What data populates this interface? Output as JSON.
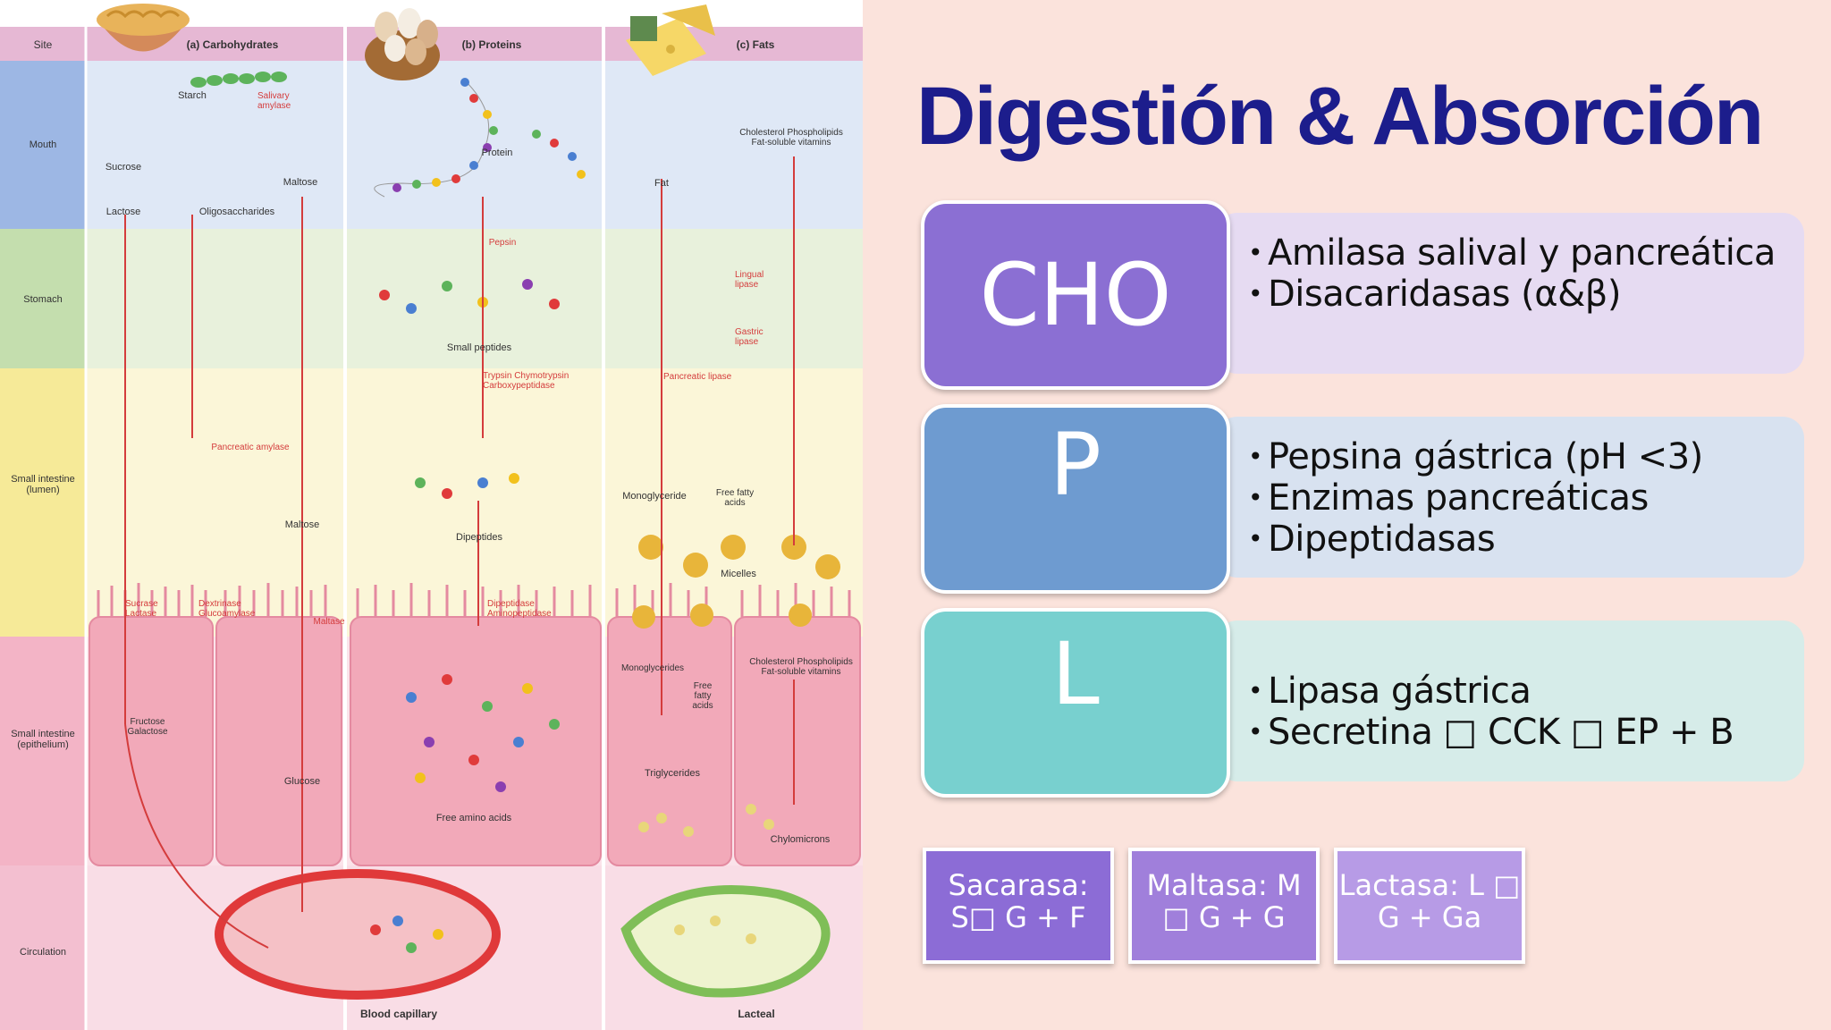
{
  "title": "Digestión & Absorción",
  "diagram": {
    "site_header": "Site",
    "columns": [
      "(a) Carbohydrates",
      "(b) Proteins",
      "(c) Fats"
    ],
    "sites": [
      "Mouth",
      "Stomach",
      "Small intestine (lumen)",
      "Small intestine (epithelium)",
      "Circulation"
    ],
    "labels": {
      "starch": "Starch",
      "salivary_amylase": "Salivary amylase",
      "sucrose": "Sucrose",
      "maltose_mouth": "Maltose",
      "lactose": "Lactose",
      "oligosaccharides": "Oligosaccharides",
      "pancreatic_amylase": "Pancreatic amylase",
      "maltose_lumen": "Maltose",
      "sucrase_lactase": "Sucrase Lactase",
      "dextrinase": "Dextrinase Glucoamylase",
      "maltase": "Maltase",
      "fructose_galactose": "Fructose Galactose",
      "glucose": "Glucose",
      "protein": "Protein",
      "pepsin": "Pepsin",
      "small_peptides": "Small peptides",
      "trypsin": "Trypsin Chymotrypsin Carboxypeptidase",
      "dipeptides": "Dipeptides",
      "dipeptidase": "Dipeptidase Aminopeptidase",
      "free_amino_acids": "Free amino acids",
      "fat": "Fat",
      "cholesterol_mouth": "Cholesterol Phospholipids Fat-soluble vitamins",
      "lingual_lipase": "Lingual lipase",
      "gastric_lipase": "Gastric lipase",
      "pancreatic_lipase": "Pancreatic lipase",
      "monoglyceride": "Monoglyceride",
      "free_fatty_acids": "Free fatty acids",
      "micelles": "Micelles",
      "monoglycerides": "Monoglycerides",
      "free_fatty_acids_epi": "Free fatty acids",
      "cholesterol_epi": "Cholesterol Phospholipids Fat-soluble vitamins",
      "triglycerides": "Triglycerides",
      "chylomicrons": "Chylomicrons",
      "blood_capillary": "Blood capillary",
      "lacteal": "Lacteal"
    }
  },
  "rows": [
    {
      "label": "CHO",
      "items": [
        "Amilasa salival y pancreática",
        "Disacaridasas (α&β)"
      ]
    },
    {
      "label": "P",
      "items": [
        "Pepsina gástrica (pH <3)",
        "Enzimas pancreáticas",
        "Dipeptidasas"
      ]
    },
    {
      "label": "L",
      "items": [
        "Lipasa gástrica",
        "Secretina □ CCK □ EP + B"
      ]
    }
  ],
  "enzymes": [
    "Sacarasa: S□ G + F",
    "Maltasa: M □ G + G",
    "Lactasa: L □ G + Ga"
  ],
  "colors": {
    "title": "#1c1d8c",
    "cho": "#8b6fd3",
    "cho_panel": "#e6dbf2",
    "p": "#6e9bd0",
    "p_panel": "#d8e2f0",
    "l": "#78d0cf",
    "l_panel": "#d6ece9",
    "sacarasa": "#8c6cd6",
    "maltasa": "#a07fdb",
    "lactasa": "#b79be6",
    "enzyme_line": "#d43c3c"
  }
}
